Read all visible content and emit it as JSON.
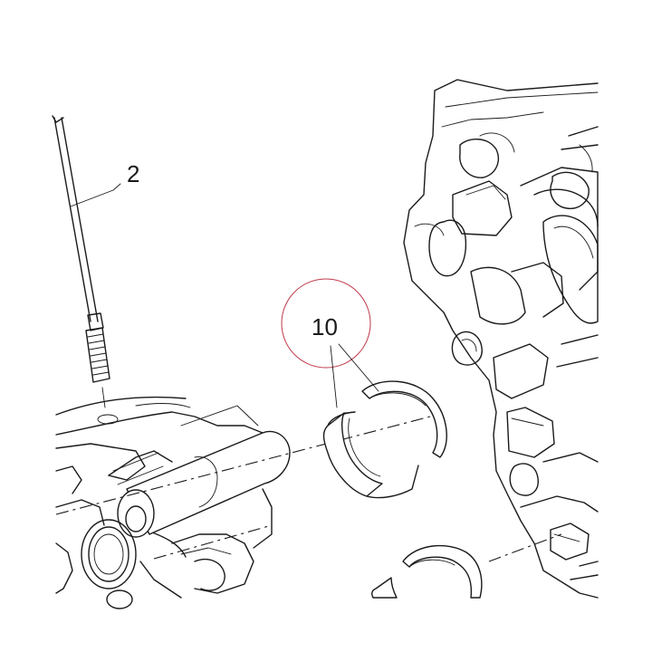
{
  "diagram": {
    "callouts": [
      {
        "id": "stud",
        "label": "2"
      },
      {
        "id": "bearing",
        "label": "10"
      }
    ],
    "highlight_color": "#c0394b",
    "line_color": "#1a1a1a"
  }
}
